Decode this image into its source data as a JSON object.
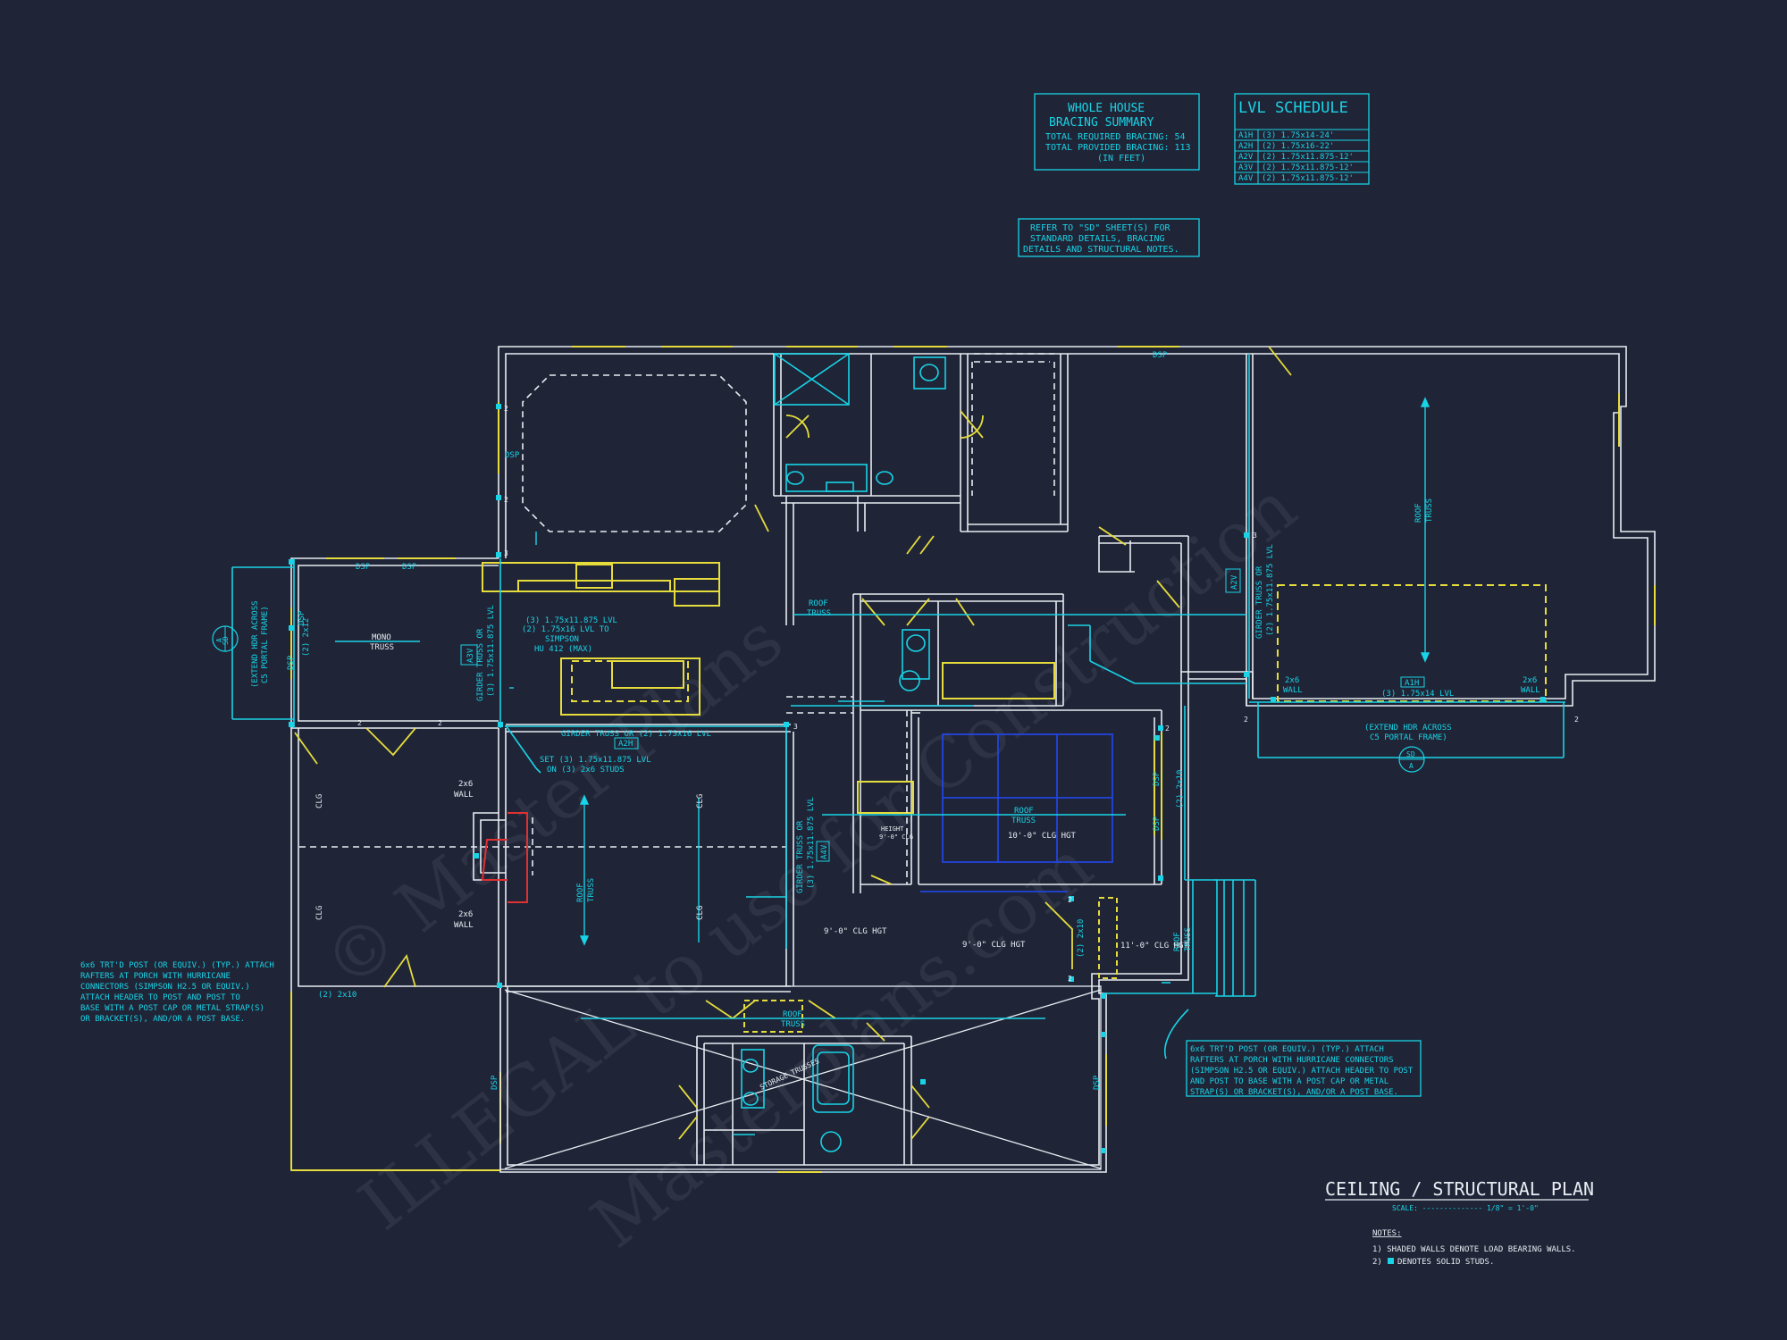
{
  "watermark": {
    "line1": "© Master Plans",
    "line2": "ILLEGAL to use for Construction",
    "line3": "Masterplans.com"
  },
  "bracing_summary": {
    "title_line1": "WHOLE HOUSE",
    "title_line2": "BRACING SUMMARY",
    "line1": "TOTAL REQUIRED BRACING: 54",
    "line2": "TOTAL PROVIDED BRACING: 113",
    "line3": "(IN FEET)"
  },
  "lvl_schedule": {
    "title": "LVL SCHEDULE",
    "rows": [
      {
        "tag": "A1H",
        "spec": "(3) 1.75x14-24'"
      },
      {
        "tag": "A2H",
        "spec": "(2) 1.75x16-22'"
      },
      {
        "tag": "A2V",
        "spec": "(2) 1.75x11.875-12'"
      },
      {
        "tag": "A3V",
        "spec": "(2) 1.75x11.875-12'"
      },
      {
        "tag": "A4V",
        "spec": "(2) 1.75x11.875-12'"
      }
    ]
  },
  "refer_note": {
    "line1": "REFER TO \"SD\" SHEET(S) FOR",
    "line2": "STANDARD DETAILS, BRACING",
    "line3": "DETAILS AND STRUCTURAL NOTES."
  },
  "porch_note_left": {
    "lines": [
      "6x6 TRT'D POST (OR EQUIV.) (TYP.) ATTACH",
      "RAFTERS AT PORCH WITH HURRICANE",
      "CONNECTORS (SIMPSON H2.5 OR EQUIV.)",
      "ATTACH HEADER TO POST AND POST TO",
      "BASE WITH A POST CAP OR METAL STRAP(S)",
      "OR BRACKET(S), AND/OR A POST BASE."
    ]
  },
  "porch_note_right": {
    "lines": [
      "6x6 TRT'D POST (OR EQUIV.) (TYP.) ATTACH",
      "RAFTERS AT PORCH WITH HURRICANE CONNECTORS",
      "(SIMPSON H2.5 OR EQUIV.) ATTACH HEADER TO POST",
      "AND POST TO BASE WITH A POST CAP OR METAL",
      "STRAP(S) OR BRACKET(S), AND/OR A POST BASE."
    ]
  },
  "plan_title": {
    "title": "CEILING / STRUCTURAL PLAN",
    "scale": "SCALE: -------------- 1/8\" = 1'-0\""
  },
  "notes": {
    "heading": "NOTES:",
    "note1": "1) SHADED WALLS DENOTE LOAD BEARING WALLS.",
    "note2": "DENOTES SOLID STUDS.",
    "note2_prefix": "2)"
  },
  "labels": {
    "dsp": "DSP",
    "mono_truss_1": "MONO",
    "mono_truss_2": "TRUSS",
    "roof_truss_1": "ROOF",
    "roof_truss_2": "TRUSS",
    "storage_trusses": "STORAGE TRUSSES",
    "a3v": "A3V",
    "a2h": "A2H",
    "a4v": "A4V",
    "a2v": "A2V",
    "a1h": "A1H",
    "kitchen_lvl_1": "(3) 1.75x11.875 LVL",
    "kitchen_lvl_2": "(2) 1.75x16 LVL TO",
    "kitchen_lvl_3": "SIMPSON",
    "kitchen_lvl_4": "HU 412 (MAX)",
    "girder_a2h": "GIRDER TRUSS OR (2) 1.75x16 LVL",
    "set_lvl_1": "SET (3) 1.75x11.875 LVL",
    "set_lvl_2": "ON (3) 2x6 STUDS",
    "girder_v": "GIRDER TRUSS OR",
    "lvl_v": "(3) 1.75x11.875 LVL",
    "garage_girder_1": "GIRDER TRUSS OR",
    "garage_girder_2": "(2) 1.75x11.875 LVL",
    "garage_lvl": "(3) 1.75x14 LVL",
    "wall_2x6": "2x6",
    "wall": "WALL",
    "extend_hdr_1": "(EXTEND HDR ACROSS",
    "extend_hdr_2": "C5 PORTAL FRAME)",
    "section_sd": "SD",
    "section_a": "A",
    "clg": "CLG",
    "clg_hgt_10": "10'-0\" CLG HGT",
    "clg_hgt_9": "9'-0\" CLG HGT",
    "clg_hgt_11": "11'-0\" CLG HGT",
    "height_clg_1": "HEIGHT",
    "height_clg_2": "9'-0\" CLG",
    "two_2x10": "(2) 2x10",
    "two_2x12": "(2) 2x12",
    "two": "2",
    "three": "3"
  },
  "colors": {
    "background": "#1f2537",
    "wall": "#e8ecf2",
    "yellow": "#e6dc3c",
    "cyan": "#19d3e6",
    "red": "#e03030",
    "blue": "#2244dd"
  }
}
